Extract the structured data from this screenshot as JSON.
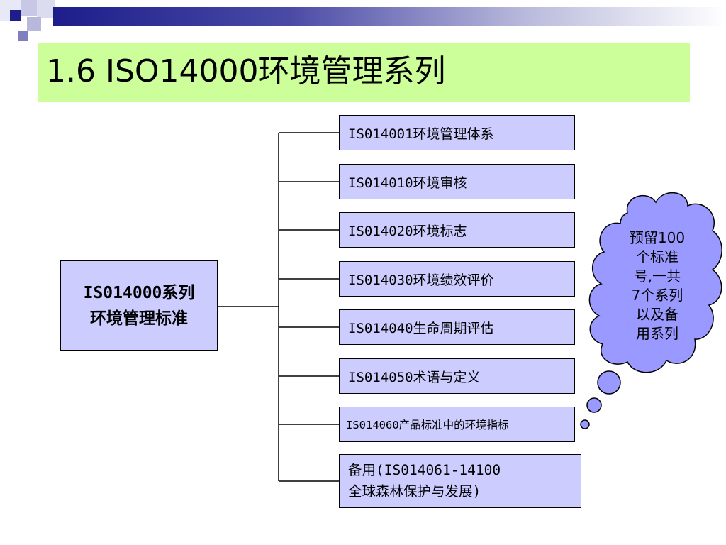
{
  "slide": {
    "title": "1.6 ISO14000环境管理系列"
  },
  "main_node": {
    "line1": "IS014000系列",
    "line2": "环境管理标准"
  },
  "branches": [
    {
      "label": "IS014001环境管理体系"
    },
    {
      "label": "IS014010环境审核"
    },
    {
      "label": "IS014020环境标志"
    },
    {
      "label": "IS014030环境绩效评价"
    },
    {
      "label": "IS014040生命周期评估"
    },
    {
      "label": "IS014050术语与定义"
    },
    {
      "label": "IS014060产品标准中的环境指标"
    },
    {
      "line1": "备用(IS014061-14100",
      "line2": "全球森林保护与发展)"
    }
  ],
  "callout": {
    "lines": [
      "预留100",
      "个标准",
      "号,一共",
      "7个系列",
      "以及备",
      "用系列"
    ]
  },
  "colors": {
    "title_bg": "#ccff99",
    "box_fill": "#ccccff",
    "cloud_fill": "#9999ff",
    "accent": "#1d1d8c"
  }
}
